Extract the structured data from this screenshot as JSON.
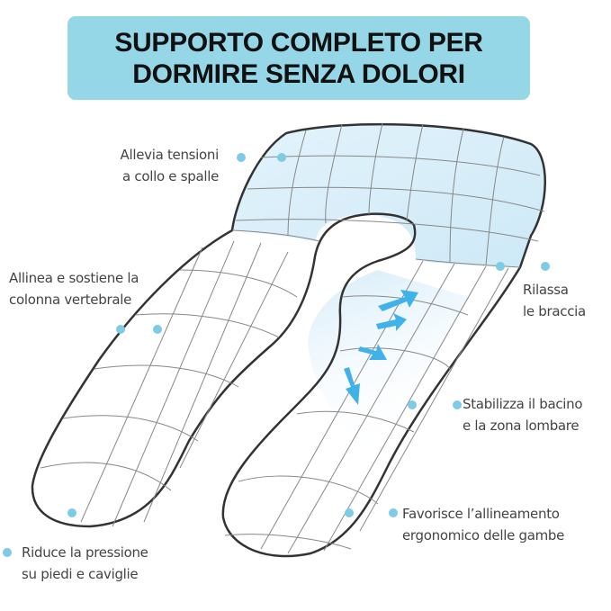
{
  "banner": {
    "line1": "SUPPORTO COMPLETO PER",
    "line2": "DORMIRE SENZA DOLORI",
    "color": "#95d7e6"
  },
  "callouts": [
    {
      "id": "neck",
      "line1": "Allevia tensioni",
      "line2": "a collo e spalle"
    },
    {
      "id": "spine",
      "line1": "Allinea e sostiene la",
      "line2": "colonna vertebrale"
    },
    {
      "id": "arms",
      "line1": "Rilassa",
      "line2": "le braccia"
    },
    {
      "id": "pelvis",
      "line1": "Stabilizza il bacino",
      "line2": "e la zona lombare"
    },
    {
      "id": "legs",
      "line1": "Favorisce l’allineamento",
      "line2": "ergonomico delle gambe"
    },
    {
      "id": "feet",
      "line1": "Riduce la pressione",
      "line2": "su piedi e caviglie"
    }
  ],
  "colors": {
    "dot": "#7dcbe6",
    "accent": "#3fb2ea",
    "outline": "#333333"
  }
}
